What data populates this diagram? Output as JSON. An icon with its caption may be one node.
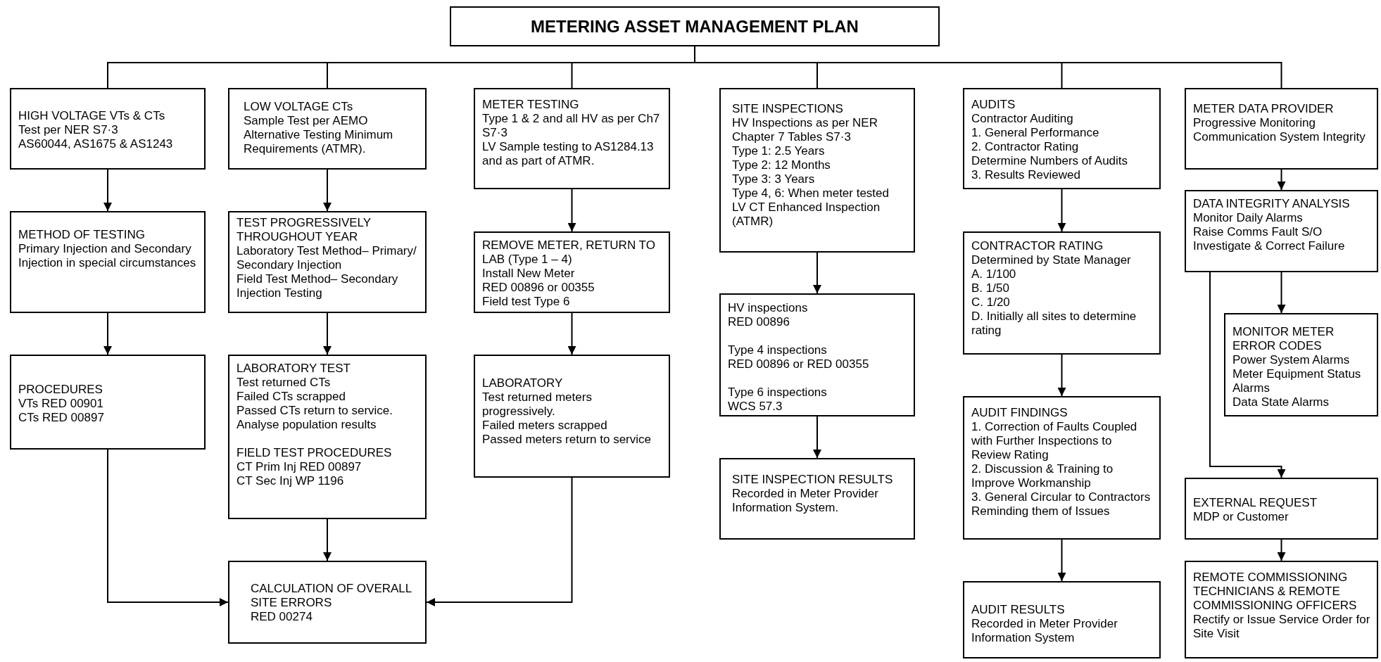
{
  "diagram": {
    "nodes": [
      {
        "text": [
          "METERING ASSET MANAGEMENT PLAN"
        ]
      },
      {
        "text": [
          "HIGH VOLTAGE VTs & CTs",
          "Test per NER S7·3",
          "AS60044, AS1675 & AS1243"
        ]
      },
      {
        "text": [
          "METHOD OF TESTING",
          "Primary Injection and Secondary Injection in special circumstances"
        ]
      },
      {
        "text": [
          "PROCEDURES",
          "VTs RED 00901",
          "CTs RED 00897"
        ]
      },
      {
        "text": [
          "LOW VOLTAGE CTs",
          "Sample Test per AEMO Alternative Testing Minimum Requirements (ATMR)."
        ]
      },
      {
        "text": [
          "TEST PROGRESSIVELY THROUGHOUT YEAR",
          "Laboratory Test Method– Primary/ Secondary Injection",
          "Field Test Method– Secondary Injection Testing"
        ]
      },
      {
        "text": [
          "LABORATORY TEST",
          "Test returned CTs",
          "Failed CTs scrapped",
          "Passed CTs return to service.",
          "Analyse population results",
          "FIELD TEST PROCEDURES",
          "CT Prim Inj RED 00897",
          "CT Sec Inj WP 1196"
        ]
      },
      {
        "text": [
          "CALCULATION OF OVERALL SITE ERRORS",
          "RED 00274"
        ]
      },
      {
        "text": [
          "METER TESTING",
          "Type 1 & 2 and all HV as per Ch7 S7·3",
          "LV Sample testing to AS1284.13 and as part of ATMR."
        ]
      },
      {
        "text": [
          "REMOVE METER, RETURN TO LAB (Type 1 – 4)",
          "Install New Meter",
          "RED 00896 or 00355",
          "Field test Type 6"
        ]
      },
      {
        "text": [
          "LABORATORY",
          "Test returned meters progressively.",
          "Failed meters scrapped",
          "Passed meters return to service"
        ]
      },
      {
        "text": [
          "SITE INSPECTIONS",
          "HV Inspections as per NER Chapter 7 Tables S7·3",
          "Type 1: 2.5 Years",
          "Type 2: 12 Months",
          "Type 3: 3 Years",
          "Type 4, 6: When meter tested",
          "LV CT Enhanced Inspection (ATMR)"
        ]
      },
      {
        "text": [
          "HV inspections",
          "RED 00896",
          "Type 4 inspections",
          "RED 00896 or RED 00355",
          "Type 6 inspections",
          "WCS 57.3"
        ]
      },
      {
        "text": [
          "SITE INSPECTION RESULTS",
          "Recorded in Meter Provider Information System."
        ]
      },
      {
        "text": [
          "AUDITS",
          "Contractor Auditing",
          "1. General Performance",
          "2. Contractor Rating",
          "Determine Numbers of Audits",
          "3. Results Reviewed"
        ]
      },
      {
        "text": [
          "CONTRACTOR RATING",
          "Determined by State Manager",
          "A. 1/100",
          "B. 1/50",
          "C. 1/20",
          "D. Initially all sites to determine rating"
        ]
      },
      {
        "text": [
          "AUDIT FINDINGS",
          "1. Correction of Faults Coupled with Further Inspections to Review Rating",
          "2. Discussion & Training to Improve Workmanship",
          "3. General Circular to Contractors Reminding them of Issues"
        ]
      },
      {
        "text": [
          "AUDIT RESULTS",
          "Recorded in Meter Provider Information System"
        ]
      },
      {
        "text": [
          "METER DATA PROVIDER",
          "Progressive Monitoring Communication System Integrity"
        ]
      },
      {
        "text": [
          "DATA INTEGRITY ANALYSIS",
          "Monitor Daily Alarms",
          "Raise Comms Fault S/O",
          "Investigate & Correct Failure"
        ]
      },
      {
        "text": [
          "MONITOR METER ERROR CODES",
          "Power System Alarms",
          "Meter Equipment Status Alarms",
          "Data State Alarms"
        ]
      },
      {
        "text": [
          "EXTERNAL REQUEST",
          "MDP or Customer"
        ]
      },
      {
        "text": [
          "REMOTE COMMISSIONING TECHNICIANS & REMOTE COMMISSIONING OFFICERS",
          "Rectify or Issue Service Order for Site Visit"
        ]
      }
    ],
    "edges": [
      {
        "from": 0,
        "to": 1,
        "arrow": "none"
      },
      {
        "from": 0,
        "to": 4,
        "arrow": "none"
      },
      {
        "from": 0,
        "to": 8,
        "arrow": "none"
      },
      {
        "from": 0,
        "to": 11,
        "arrow": "none"
      },
      {
        "from": 0,
        "to": 14,
        "arrow": "none"
      },
      {
        "from": 0,
        "to": 18,
        "arrow": "none"
      },
      {
        "from": 1,
        "to": 2,
        "arrow": "to"
      },
      {
        "from": 2,
        "to": 3,
        "arrow": "to"
      },
      {
        "from": 3,
        "to": 7,
        "arrow": "to"
      },
      {
        "from": 4,
        "to": 5,
        "arrow": "to"
      },
      {
        "from": 5,
        "to": 6,
        "arrow": "to"
      },
      {
        "from": 6,
        "to": 7,
        "arrow": "to"
      },
      {
        "from": 8,
        "to": 9,
        "arrow": "to"
      },
      {
        "from": 9,
        "to": 10,
        "arrow": "to"
      },
      {
        "from": 10,
        "to": 7,
        "arrow": "to"
      },
      {
        "from": 11,
        "to": 12,
        "arrow": "to"
      },
      {
        "from": 12,
        "to": 13,
        "arrow": "to"
      },
      {
        "from": 14,
        "to": 15,
        "arrow": "to"
      },
      {
        "from": 15,
        "to": 16,
        "arrow": "to"
      },
      {
        "from": 16,
        "to": 17,
        "arrow": "to"
      },
      {
        "from": 18,
        "to": 19,
        "arrow": "to"
      },
      {
        "from": 19,
        "to": 20,
        "arrow": "to"
      },
      {
        "from": 19,
        "to": 21,
        "arrow": "to"
      },
      {
        "from": 21,
        "to": 22,
        "arrow": "to"
      }
    ]
  }
}
